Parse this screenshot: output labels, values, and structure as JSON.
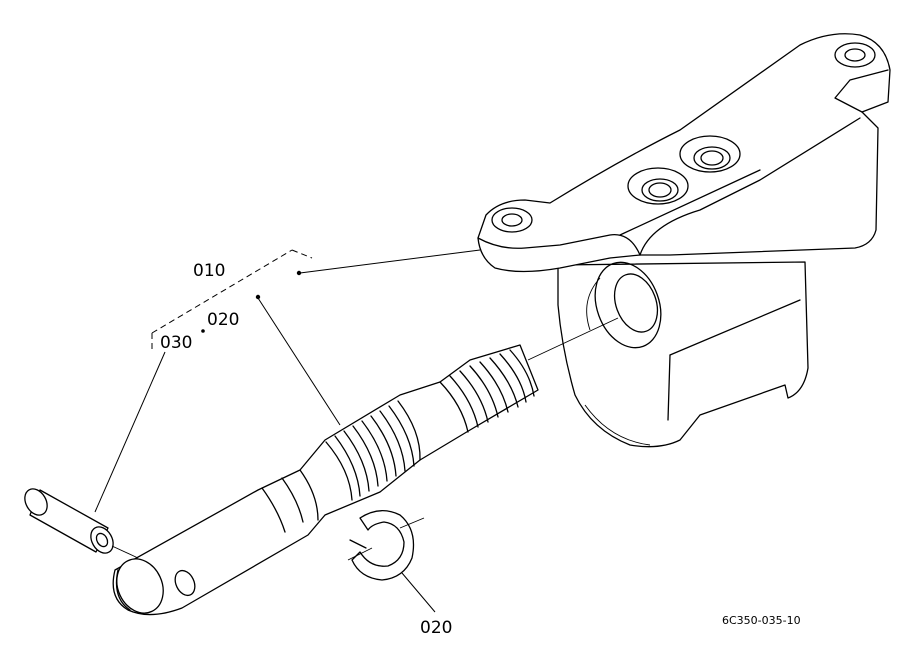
{
  "callouts": {
    "assembly": "010",
    "shaft_upper": "020",
    "pin": "030",
    "circlip": "020"
  },
  "figure_id": "6C350-035-10"
}
